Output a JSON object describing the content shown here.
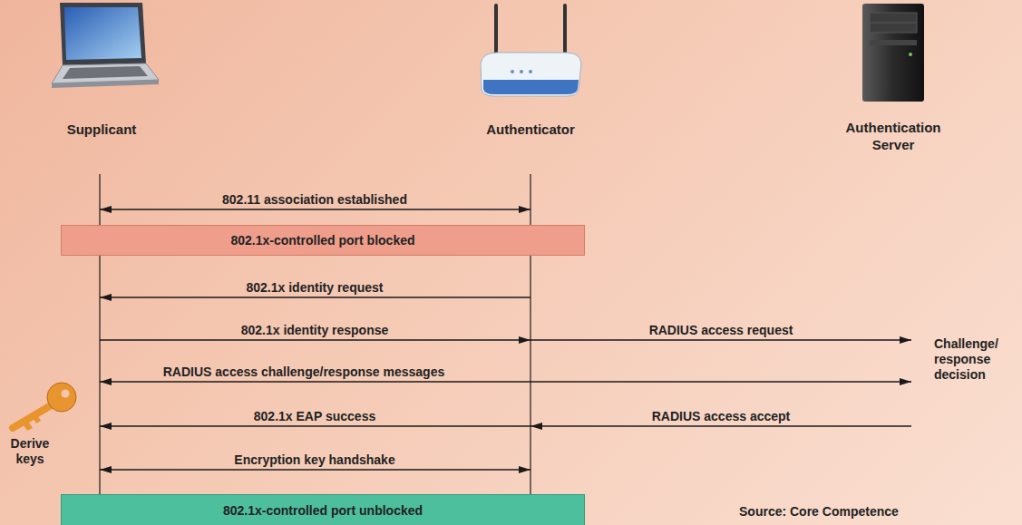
{
  "diagram": {
    "nodes": [
      {
        "text": [
          "Supplicant"
        ]
      },
      {
        "text": [
          "Authenticator"
        ]
      },
      {
        "text": [
          "Authentication Server"
        ]
      },
      {
        "text": [
          "802.1x-controlled port blocked"
        ]
      },
      {
        "text": [
          "802.1x-controlled port unblocked"
        ]
      }
    ],
    "edges": [
      {
        "from": 0,
        "to": 1,
        "arrow": "both",
        "label": "802.11 association established"
      },
      {
        "from": 1,
        "to": 0,
        "arrow": "to",
        "label": "802.1x identity request"
      },
      {
        "from": 0,
        "to": 1,
        "arrow": "to",
        "label": "802.1x identity response"
      },
      {
        "from": 1,
        "to": 2,
        "arrow": "to",
        "label": "RADIUS access request"
      },
      {
        "from": 0,
        "to": 2,
        "arrow": "both",
        "label": "RADIUS access challenge/response messages"
      },
      {
        "from": 1,
        "to": 0,
        "arrow": "to",
        "label": "802.1x EAP success"
      },
      {
        "from": 2,
        "to": 1,
        "arrow": "to",
        "label": "RADIUS access accept"
      },
      {
        "from": 0,
        "to": 1,
        "arrow": "both",
        "label": "Encryption key handshake"
      }
    ],
    "labels": [
      "Challenge/ response decision",
      "Derive keys",
      "Source: Core Competence"
    ]
  }
}
